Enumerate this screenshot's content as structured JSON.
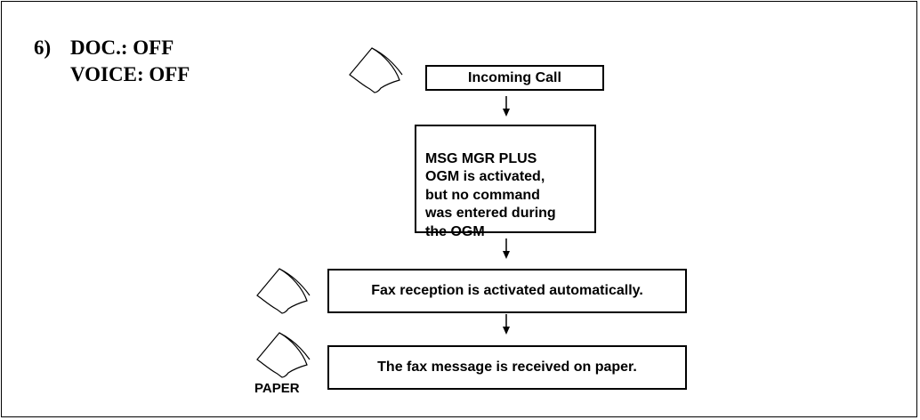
{
  "heading": {
    "number": "6)",
    "line1": "DOC.: OFF",
    "line2": "VOICE: OFF"
  },
  "flow": {
    "step1": "Incoming Call",
    "step2": "MSG MGR PLUS\nOGM is activated,\nbut no command\nwas entered during\nthe OGM",
    "step3": "Fax reception is activated automatically.",
    "step4": "The fax message is received on paper."
  },
  "icons": {
    "paper_sheet": "paper-sheet-icon",
    "arrow": "arrow-down-icon"
  },
  "labels": {
    "paper": "PAPER"
  }
}
